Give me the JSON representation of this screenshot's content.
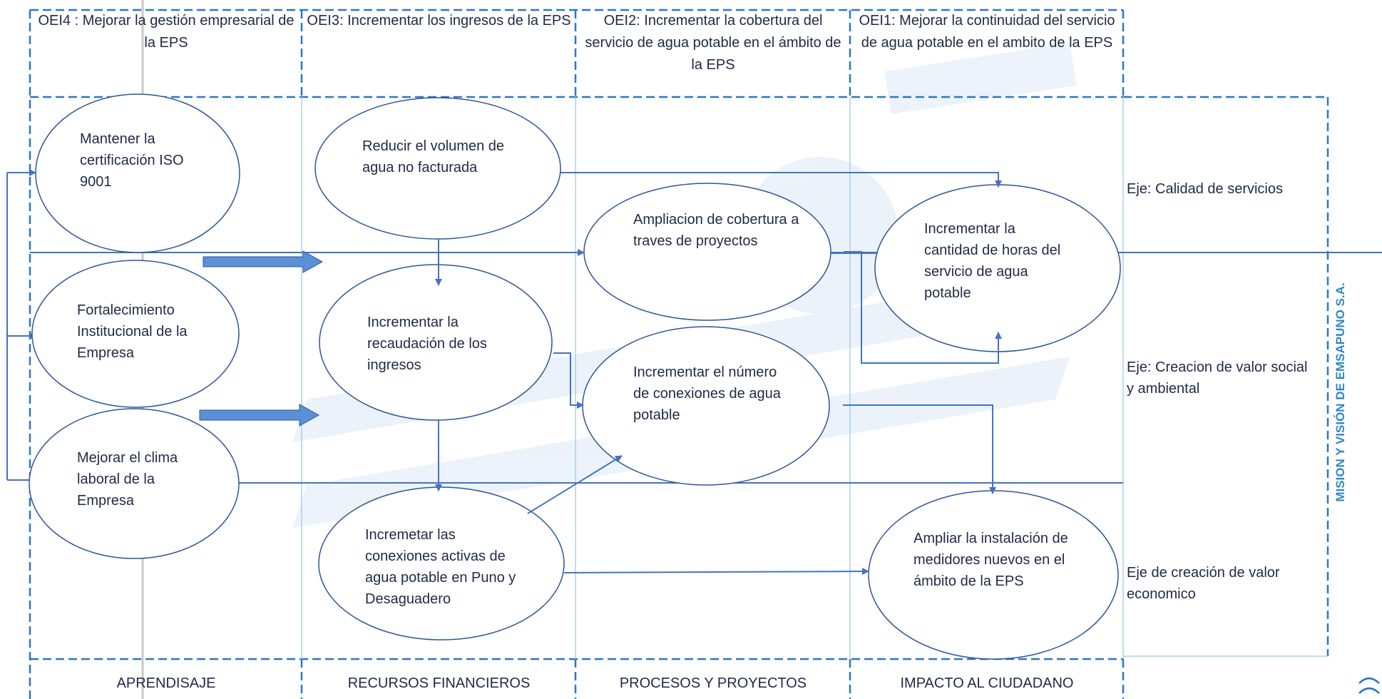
{
  "columns": [
    {
      "header": "OEI4 : Mejorar la gestión empresarial de la EPS",
      "footer": "APRENDISAJE"
    },
    {
      "header": "OEI3: Incrementar los ingresos de la EPS",
      "footer": "RECURSOS FINANCIEROS"
    },
    {
      "header": "OEI2: Incrementar la cobertura del servicio de agua potable en el ámbito de la EPS",
      "footer": "PROCESOS Y PROYECTOS"
    },
    {
      "header": "OEI1: Mejorar la continuidad del servicio de agua potable en el ambito de la EPS",
      "footer": "IMPACTO AL CIUDADANO"
    }
  ],
  "nodes": {
    "iso": "Mantener la certificación ISO 9001",
    "fortalecimiento": "Fortalecimiento Institucional de la Empresa",
    "clima": "Mejorar el clima laboral de la Empresa",
    "agua_no_facturada": "Reducir el volumen de agua no facturada",
    "recaudacion": "Incrementar la recaudación de los ingresos",
    "conexiones_activas": "Incremetar las conexiones activas de agua potable en Puno y Desaguadero",
    "ampliacion_cobertura": "Ampliacion de cobertura a traves de proyectos",
    "numero_conexiones": "Incrementar el número de conexiones de agua potable",
    "horas_servicio": "Incrementar la cantidad de horas del servicio de agua potable",
    "medidores": "Ampliar la instalación de medidores nuevos en el ámbito de la EPS"
  },
  "axes": {
    "calidad": "Eje: Calidad de servicios",
    "social": "Eje: Creacion de valor social y ambiental",
    "economico": "Eje de creación de valor economico"
  },
  "mission": "MISION Y VISIÓN DE EMSAPUNO S.A.",
  "colors": {
    "dashed": "#2e75c6",
    "line": "#4472c4",
    "ellipse": "#2f5597",
    "arrow_fill": "#5b8fd6"
  }
}
